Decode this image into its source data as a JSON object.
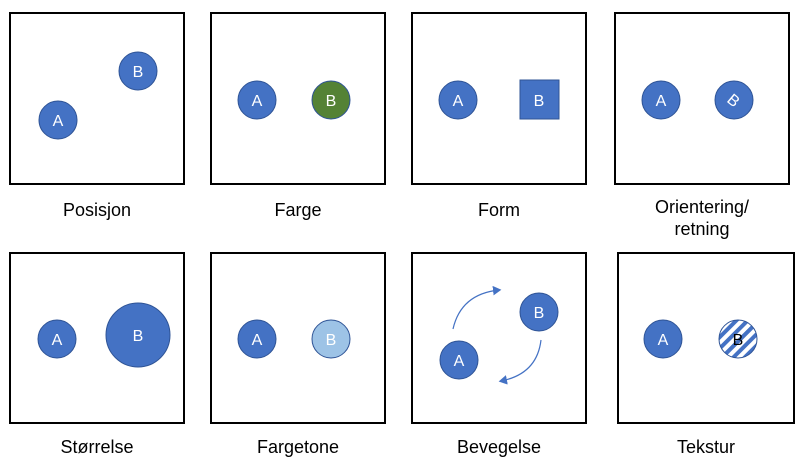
{
  "colors": {
    "blue": "#4472c4",
    "blue_stroke": "#2f5496",
    "green": "#548235",
    "light_blue": "#9dc3e6",
    "hatch": "#4472c4"
  },
  "marks": {
    "a": "A",
    "b": "B"
  },
  "panels": [
    {
      "id": "posisjon",
      "caption": "Posisjon"
    },
    {
      "id": "farge",
      "caption": "Farge"
    },
    {
      "id": "form",
      "caption": "Form"
    },
    {
      "id": "orientering",
      "caption": "Orientering/\nretning"
    },
    {
      "id": "storrelse",
      "caption": "Størrelse"
    },
    {
      "id": "fargetone",
      "caption": "Fargetone"
    },
    {
      "id": "bevegelse",
      "caption": "Bevegelse"
    },
    {
      "id": "tekstur",
      "caption": "Tekstur"
    }
  ]
}
